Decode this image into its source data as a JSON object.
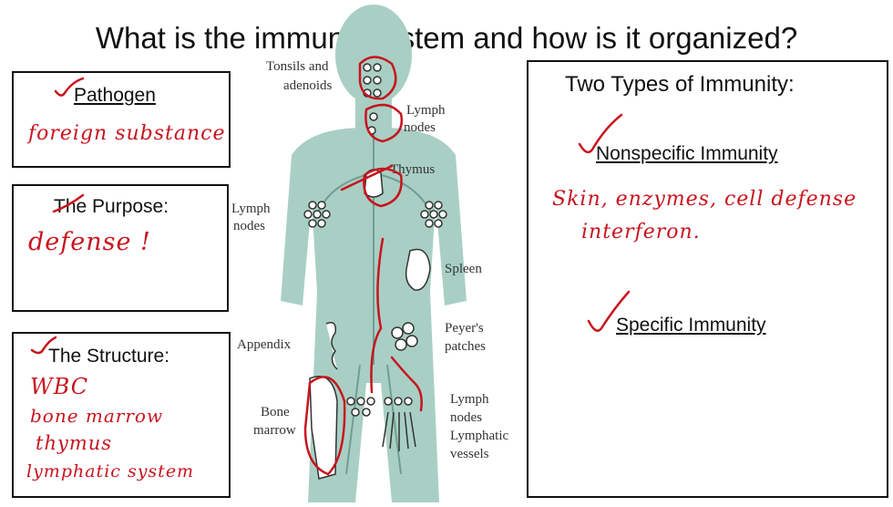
{
  "slide": {
    "title": "What is the immune system and how is it organized?"
  },
  "figure": {
    "labels": {
      "tonsils": "Tonsils and",
      "adenoids": "adenoids",
      "lymph_nodes_neck_1": "Lymph",
      "lymph_nodes_neck_2": "nodes",
      "thymus": "Thymus",
      "lymph_nodes_arm_1": "Lymph",
      "lymph_nodes_arm_2": "nodes",
      "spleen": "Spleen",
      "appendix": "Appendix",
      "peyers_1": "Peyer's",
      "peyers_2": "patches",
      "bone_marrow_1": "Bone",
      "bone_marrow_2": "marrow",
      "lymph_nodes_groin_1": "Lymph",
      "lymph_nodes_groin_2": "nodes",
      "lymphatic_vessels_1": "Lymphatic",
      "lymphatic_vessels_2": "vessels"
    }
  },
  "boxes": {
    "pathogen": {
      "heading": "Pathogen",
      "note": "foreign substance"
    },
    "purpose": {
      "heading": "The Purpose:",
      "note": "defense !"
    },
    "structure": {
      "heading": "The Structure:",
      "notes": [
        "WBC",
        "bone marrow",
        "thymus",
        "lymphatic system"
      ]
    },
    "immunity": {
      "heading": "Two Types of Immunity:",
      "nonspecific": "Nonspecific Immunity",
      "nonspecific_note_1": "Skin, enzymes, cell defense",
      "nonspecific_note_2": "interferon.",
      "specific": "Specific Immunity"
    }
  },
  "colors": {
    "figure_body": "#a9cfc4",
    "figure_node": "#6f9e90",
    "ink": "#c8141e",
    "box_border": "#111111"
  }
}
